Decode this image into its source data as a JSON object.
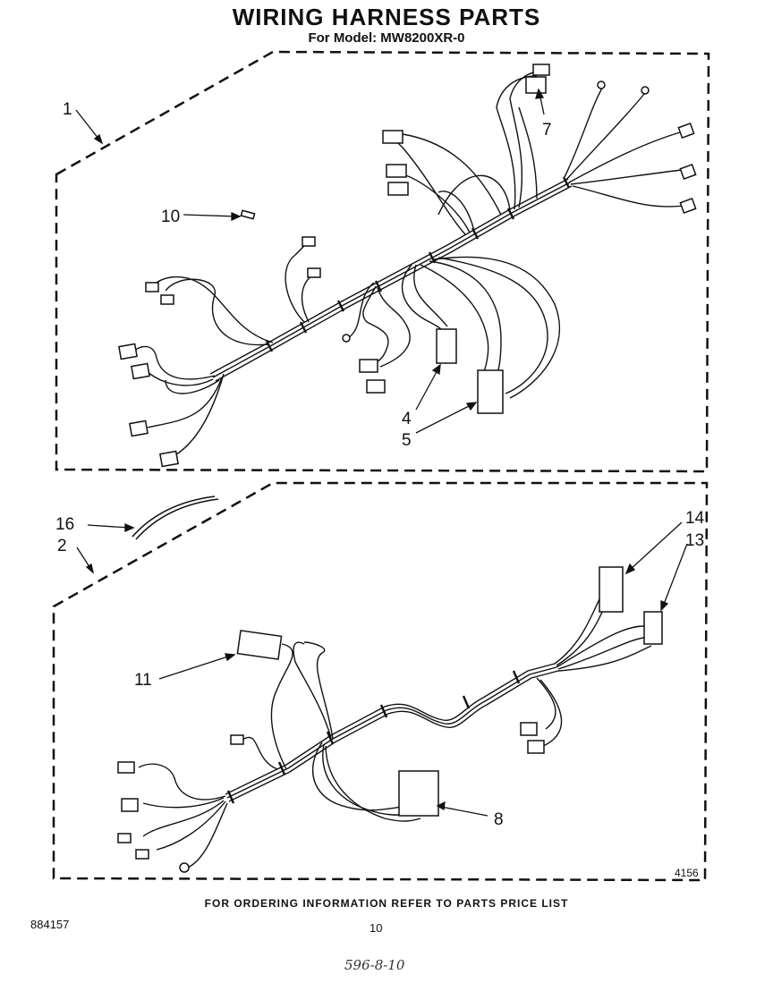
{
  "header": {
    "title": "WIRING HARNESS PARTS",
    "model_line": "For Model: MW8200XR-0"
  },
  "callouts": {
    "c1": "1",
    "c2": "2",
    "c4": "4",
    "c5": "5",
    "c7": "7",
    "c8": "8",
    "c10": "10",
    "c11": "11",
    "c13": "13",
    "c14": "14",
    "c16": "16"
  },
  "drawing_number": "4156",
  "footer": {
    "ordering_note": "FOR ORDERING INFORMATION REFER TO PARTS PRICE LIST",
    "doc_number": "884157",
    "page_number": "10",
    "handwritten_note": "596-8-10"
  }
}
